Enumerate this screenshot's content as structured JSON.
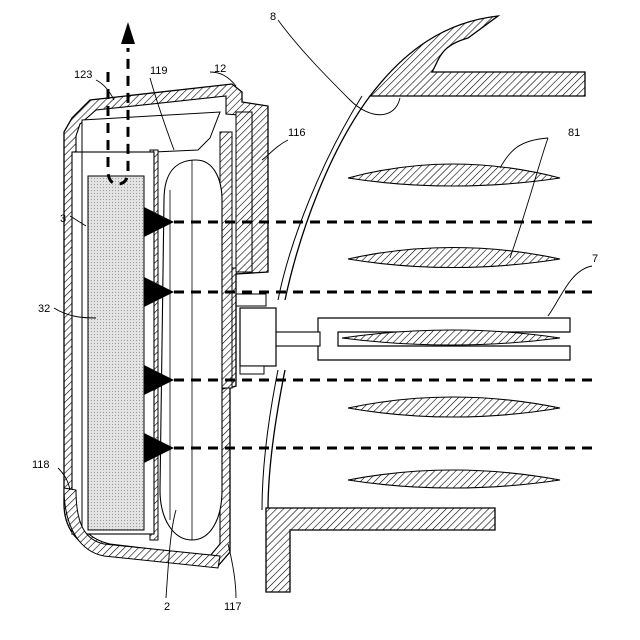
{
  "labels": {
    "l8": "8",
    "l123": "123",
    "l119": "119",
    "l12": "12",
    "l116": "116",
    "l81": "81",
    "l3": "3",
    "l32": "32",
    "l7": "7",
    "l118": "118",
    "l2": "2",
    "l117": "117"
  },
  "colors": {
    "line": "#000000",
    "hatch": "#000000",
    "filter_fill": "#d8d8d8"
  }
}
